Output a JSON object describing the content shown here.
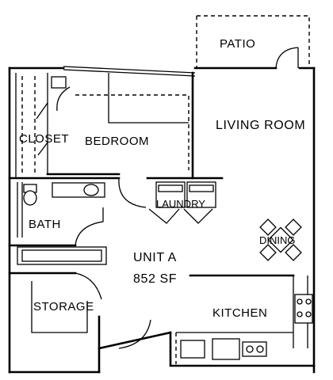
{
  "rooms": {
    "patio": "PATIO",
    "living_room": "LIVING ROOM",
    "closet": "CLOSET",
    "bedroom": "BEDROOM",
    "laundry": "LAUNDRY",
    "bath": "BATH",
    "dining": "DINING",
    "storage": "STORAGE",
    "kitchen": "KITCHEN"
  },
  "unit": {
    "name": "UNIT A",
    "area": "852 SF"
  },
  "icons": [
    "toilet-icon",
    "sink-icon",
    "washer-icon",
    "dryer-icon",
    "dining-table-icon",
    "stove-icon",
    "double-sink-icon",
    "door-swing-icon"
  ]
}
